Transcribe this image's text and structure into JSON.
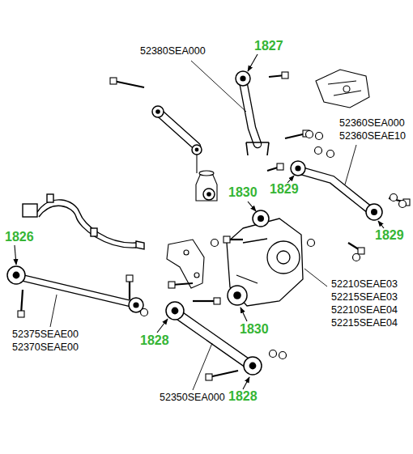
{
  "diagram": {
    "labels": [
      "52380SEA000",
      "1827",
      "52360SEA000",
      "52360SEAE10",
      "1830",
      "1829",
      "1826",
      "1829",
      "52210SEAE03",
      "52215SEAE03",
      "52210SEAE04",
      "52215SEAE04",
      "52375SEAE00",
      "52370SEAE00",
      "1828",
      "1830",
      "52350SEA000",
      "1828"
    ]
  }
}
